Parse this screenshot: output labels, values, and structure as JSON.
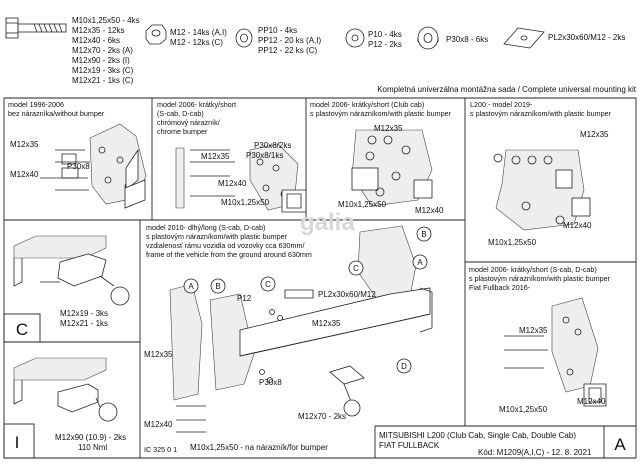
{
  "header": {
    "bolt_lines": [
      "M10x1,25x50 - 4ks",
      "M12x35 - 12ks",
      "M12x40 - 6ks",
      "M12x70 - 2ks (A)",
      "M12x90 - 2ks (I)",
      "M12x19 - 3ks (C)",
      "M12x21 - 1ks (C)"
    ],
    "nut_lines": [
      "M12 - 14ks (A,I)",
      "M12 - 12ks (C)"
    ],
    "washer1_lines": [
      "PP10 - 4ks",
      "PP12 - 20 ks (A,I)",
      "PP12 - 22 ks (C)"
    ],
    "washer2_lines": [
      "P10 - 4ks",
      "P12 - 2ks"
    ],
    "spacer_label": "P30x8 - 6ks",
    "plate_label": "PL2x30x60/M12 - 2ks",
    "kit_caption": "Kompletná univerzálna montážna sada / Complete universal mounting kit"
  },
  "panel1": {
    "lines": [
      "model 1996-2006",
      "bez nárazníka/without bumper"
    ],
    "labels": [
      "M12x35",
      "P30x8",
      "M12x40"
    ]
  },
  "panel2": {
    "lines": [
      "model 2006-  krátky/short",
      "(S-cab, D-cab)",
      "chrómový nárazník/",
      "chrome bumper"
    ],
    "labels": [
      "P30x8/2ks",
      "P30x8/1ks",
      "M12x35",
      "M12x40",
      "M10x1,25x50"
    ]
  },
  "panel3": {
    "lines": [
      "model 2006-  krátky/short (Club cab)",
      "s plastovým nárazníkom/with plastic bumper"
    ],
    "labels": [
      "M12x35",
      "M10x1,25x50",
      "M12x40"
    ]
  },
  "panel4": {
    "lines": [
      "L200 - model 2019-",
      "s plastovým nárazníkom/with plastic bumper"
    ],
    "labels": [
      "M12x35",
      "M10x1,25x50",
      "M12x40"
    ]
  },
  "ballC": {
    "labels": [
      "M12x19 - 3ks",
      "M12x21 - 1ks"
    ],
    "letter": "C"
  },
  "ballI": {
    "labels": [
      "M12x90 (10.9) - 2ks",
      "110 Nml"
    ],
    "letter": "I"
  },
  "main": {
    "lines": [
      "model 2010-  dlhý/long (S-cab, D-cab)",
      "s plastovým nárazníkom/with plastic bumper",
      "vzdialenosť rámu vozidla od vozovky cca 630mm/",
      "frame of the vehicle from the ground around 630mm"
    ],
    "callouts": [
      "A",
      "B",
      "C",
      "B",
      "C",
      "A",
      "D"
    ],
    "labels": [
      "P12",
      "PL2x30x60/M12",
      "M12x35",
      "M12x35",
      "P30x8",
      "M12x40",
      "M12x70 - 2ks",
      "M10x1,25x50 - na nárazník/for bumper"
    ],
    "watermark": "galia",
    "doc_code": "IC 325 0 1"
  },
  "panel5": {
    "lines": [
      "model 2006-  krátky/short (S-cab, D-cab)",
      "s plastovým nárazníkom/with plastic bumper",
      "Fiat Fullback 2016-"
    ],
    "labels": [
      "M12x35",
      "M10x1,25x50",
      "M12x40"
    ]
  },
  "title_block": {
    "vehicle": "MITSUBISHI L200  (Club Cab, Single Cab, Double Cab)",
    "vehicle2": "FIAT FULLBACK",
    "code": "Kód: M1209(A,I,C) - 12. 8. 2021",
    "letter": "A"
  }
}
